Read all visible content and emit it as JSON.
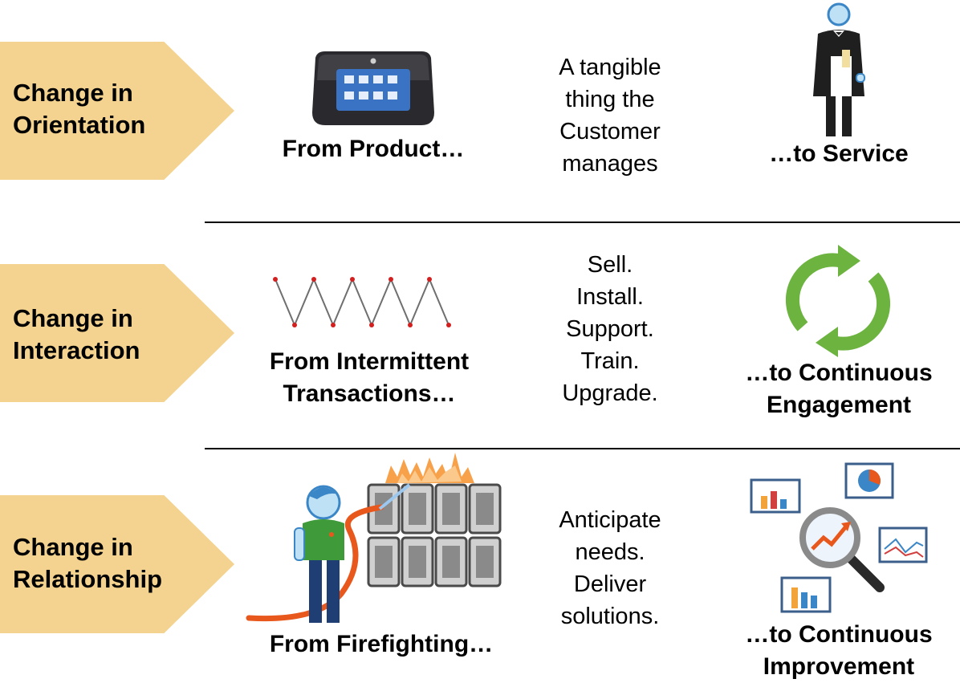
{
  "rows": [
    {
      "label": "Change in\nOrientation",
      "from": "From Product…",
      "description": "A tangible\nthing the\nCustomer\nmanages",
      "to": "…to Service"
    },
    {
      "label": "Change in\nInteraction",
      "from": "From Intermittent\nTransactions…",
      "description": "Sell.\nInstall.\nSupport.\nTrain.\nUpgrade.",
      "to": "…to Continuous\nEngagement"
    },
    {
      "label": "Change in\nRelationship",
      "from": "From Firefighting…",
      "description": "Anticipate\nneeds.\nDeliver\nsolutions.",
      "to": "…to Continuous\nImprovement"
    }
  ],
  "colors": {
    "arrow_fill": "#f3d38f",
    "cycle_green": "#6cb33f",
    "hose_orange": "#e8581c",
    "flame_orange": "#f7a14a",
    "device_screen_blue": "#3a72c4"
  }
}
